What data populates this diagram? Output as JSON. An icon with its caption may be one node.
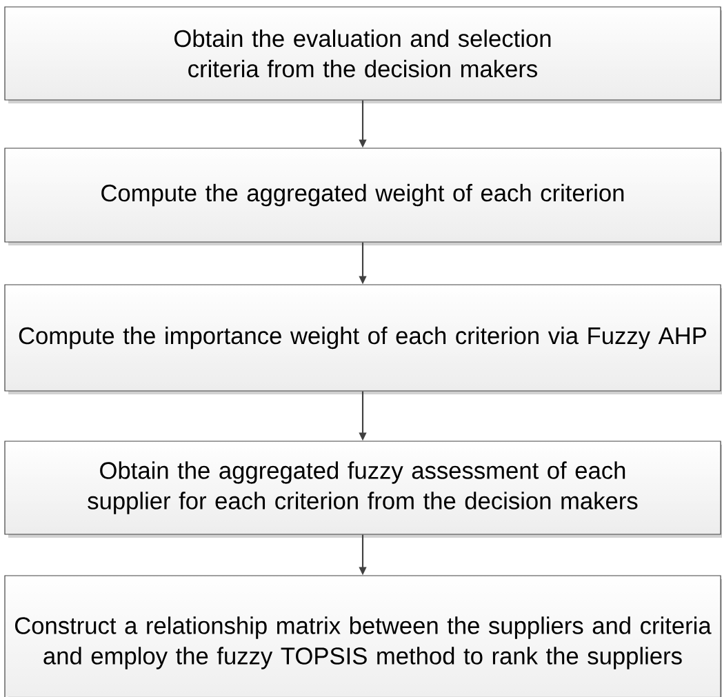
{
  "diagram": {
    "nodes": [
      {
        "text": [
          "Obtain the evaluation and selection criteria from the decision makers"
        ]
      },
      {
        "text": [
          "Compute the aggregated weight of each criterion"
        ]
      },
      {
        "text": [
          "Compute the importance weight of each criterion via Fuzzy AHP"
        ]
      },
      {
        "text": [
          "Obtain the aggregated fuzzy assessment of each supplier for each criterion from the decision makers"
        ]
      },
      {
        "text": [
          "Construct a relationship matrix between the suppliers and criteria and employ the fuzzy TOPSIS method to rank the suppliers"
        ]
      }
    ],
    "edges": [
      {
        "from": 0,
        "to": 1,
        "arrow": "to"
      },
      {
        "from": 1,
        "to": 2,
        "arrow": "to"
      },
      {
        "from": 2,
        "to": 3,
        "arrow": "to"
      },
      {
        "from": 3,
        "to": 4,
        "arrow": "to"
      }
    ]
  }
}
